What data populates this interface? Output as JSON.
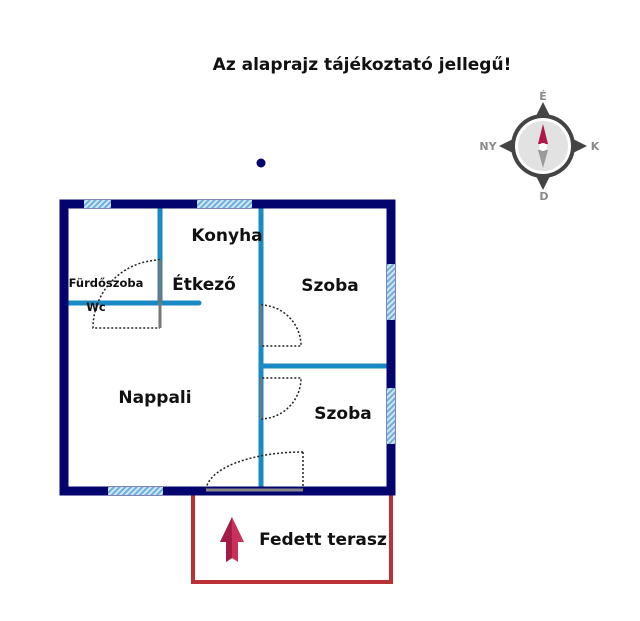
{
  "title": "Az alaprajz tájékoztató jellegű!",
  "compass": {
    "north": "É",
    "south": "D",
    "east": "K",
    "west": "NY"
  },
  "rooms": {
    "bathroom": "Fürdőszoba",
    "wc": "Wc",
    "kitchen_line1": "Konyha",
    "kitchen_line2": "Étkező",
    "room1": "Szoba",
    "room2": "Szoba",
    "living": "Nappali",
    "terrace": "Fedett terasz"
  },
  "colors": {
    "outer_wall": "#04046e",
    "inner_wall": "#1a8ac4",
    "window": "#8fc3e3",
    "terrace": "#b83236",
    "arrow": "#c8325a",
    "compass_needle": "#b0174d"
  }
}
